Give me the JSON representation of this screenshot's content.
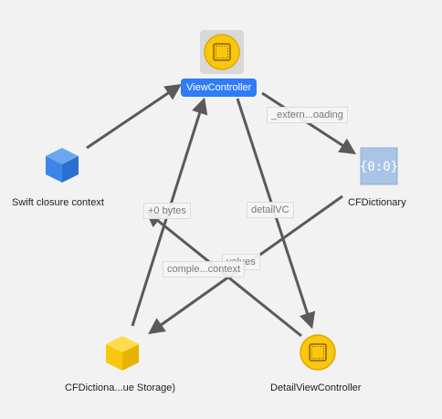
{
  "graph": {
    "nodes": {
      "view_controller": {
        "label": "ViewController",
        "selected": true,
        "icon": "yellow-circle-object-icon"
      },
      "swift_closure": {
        "label": "Swift closure context",
        "icon": "blue-cube-icon"
      },
      "cf_dictionary": {
        "label": "CFDictionary",
        "icon": "braces-dictionary-icon"
      },
      "cf_dict_storage": {
        "label": "CFDictiona...ue Storage)",
        "icon": "yellow-cube-icon"
      },
      "detail_vc": {
        "label": "DetailViewController",
        "icon": "yellow-circle-object-icon"
      }
    },
    "edges": {
      "external_loading": "_extern...oading",
      "plus_zero_bytes": "+0 bytes",
      "detail_vc": "detailVC",
      "values": "values",
      "completion_context": "comple...context"
    }
  },
  "colors": {
    "background": "#f2f2f2",
    "edge": "#5a5a5a",
    "selected": "#2f7cf6",
    "yellow_fill": "#f9c70c",
    "yellow_stroke": "#e0a800",
    "blue_cube": "#3d86e8",
    "dict_icon": "#a9c4e4"
  }
}
